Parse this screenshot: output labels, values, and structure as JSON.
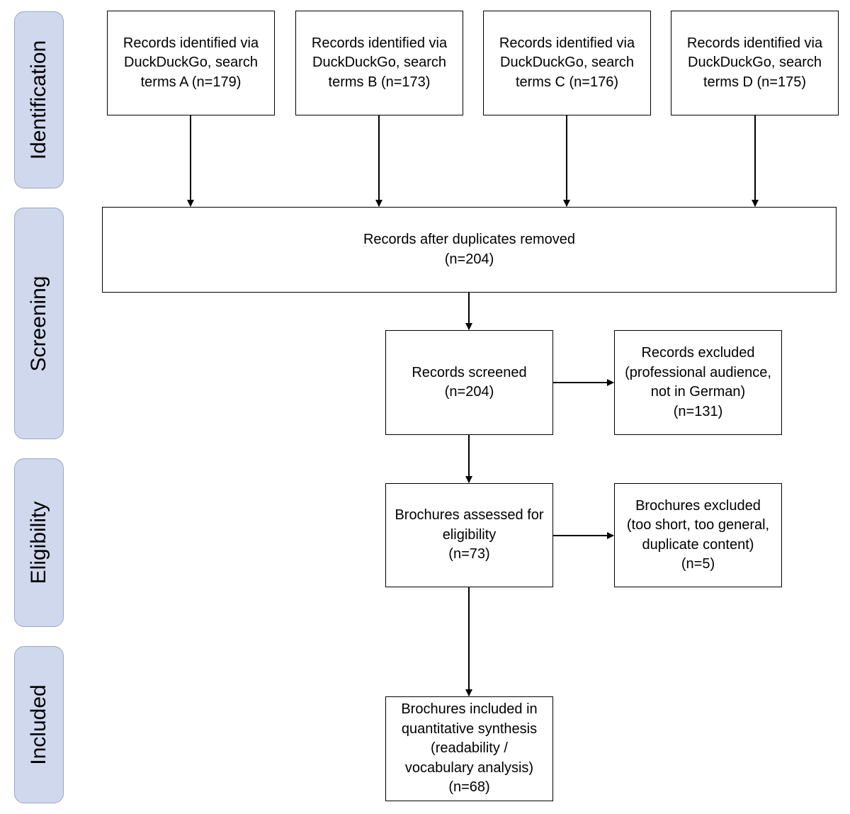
{
  "stages": {
    "identification": "Identification",
    "screening": "Screening",
    "eligibility": "Eligibility",
    "included": "Included"
  },
  "nodes": {
    "search_a": "Records identified via\nDuckDuckGo, search\nterms A (n=179)",
    "search_b": "Records identified via\nDuckDuckGo, search\nterms B (n=173)",
    "search_c": "Records identified via\nDuckDuckGo, search\nterms C (n=176)",
    "search_d": "Records identified via\nDuckDuckGo, search\nterms D (n=175)",
    "deduplicated": "Records after duplicates removed\n(n=204)",
    "screened": "Records screened\n(n=204)",
    "excluded_screening": "Records excluded\n(professional audience,\nnot in German)\n(n=131)",
    "assessed": "Brochures assessed for\neligibility\n(n=73)",
    "excluded_eligibility": "Brochures excluded\n(too short, too general,\nduplicate content)\n(n=5)",
    "included": "Brochures included in\nquantitative synthesis\n(readability /\nvocabulary analysis)\n(n=68)"
  },
  "edges": [
    {
      "from": "search_a",
      "to": "deduplicated"
    },
    {
      "from": "search_b",
      "to": "deduplicated"
    },
    {
      "from": "search_c",
      "to": "deduplicated"
    },
    {
      "from": "search_d",
      "to": "deduplicated"
    },
    {
      "from": "deduplicated",
      "to": "screened"
    },
    {
      "from": "screened",
      "to": "excluded_screening"
    },
    {
      "from": "screened",
      "to": "assessed"
    },
    {
      "from": "assessed",
      "to": "excluded_eligibility"
    },
    {
      "from": "assessed",
      "to": "included"
    }
  ]
}
